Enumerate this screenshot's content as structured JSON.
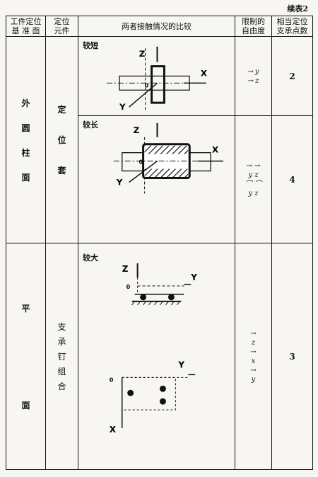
{
  "caption": "续表2",
  "headers": {
    "col1": "工件定位\n基 准 面",
    "col2": "定位\n元件",
    "col3": "两者接触情况的比较",
    "col4": "限制的\n自由度",
    "col5": "相当定位\n支承点数"
  },
  "section_a": {
    "surface_chars": [
      "外",
      "圆",
      "柱",
      "面"
    ],
    "element_chars": [
      "定",
      "位",
      "套"
    ],
    "short": {
      "label": "较短",
      "axes": {
        "z": "Z",
        "x": "X",
        "y": "Y",
        "o": "0"
      },
      "dof": [
        "→ y",
        "→ z"
      ],
      "points": "2"
    },
    "long": {
      "label": "较长",
      "axes": {
        "z": "Z",
        "x": "X",
        "y": "Y",
        "o": "0"
      },
      "dof": [
        "→ →",
        "y z",
        "⌒ ⌒",
        "y z"
      ],
      "points": "4"
    }
  },
  "section_b": {
    "surface_chars": [
      "平",
      "面"
    ],
    "element_chars": [
      "支",
      "承",
      "钉",
      "组",
      "合"
    ],
    "large": {
      "label": "较大",
      "side_axes": {
        "z": "Z",
        "y": "Y",
        "o": "0"
      },
      "top_axes": {
        "y": "Y",
        "x": "X",
        "o": "0"
      },
      "dof": [
        "→",
        "z",
        "→",
        "x",
        "→",
        "y"
      ],
      "points": "3"
    }
  }
}
